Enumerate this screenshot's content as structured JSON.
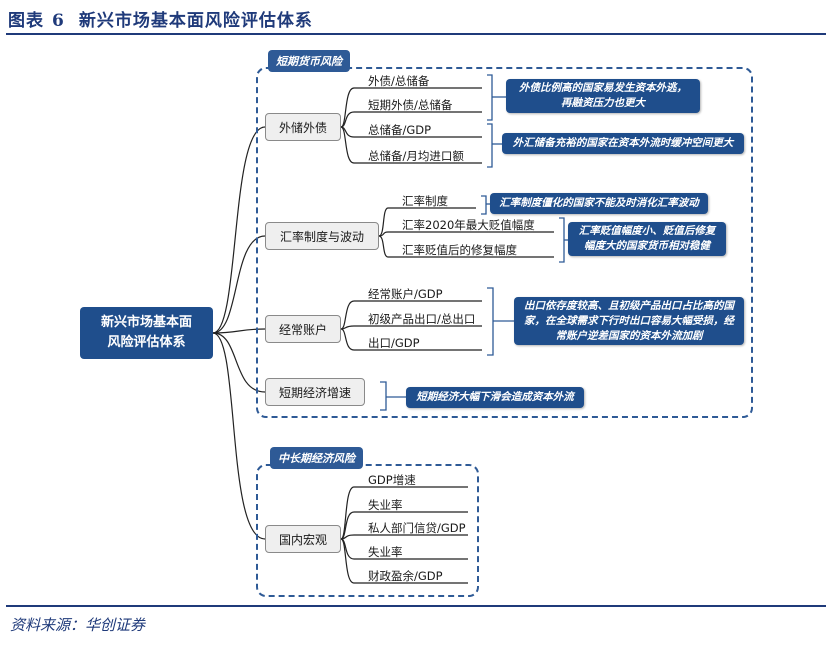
{
  "figure": {
    "label": "图表",
    "number": "6",
    "title": "新兴市场基本面风险评估体系"
  },
  "source": "资料来源：华创证券",
  "root": "新兴市场基本面风险评估体系",
  "groups": [
    {
      "tag": "短期货币风险",
      "categories": [
        {
          "label": "外储外债",
          "leaves": [
            "外债/总储备",
            "短期外债/总储备",
            "总储备/GDP",
            "总储备/月均进口额"
          ],
          "notes": [
            "外债比例高的国家易发生资本外逃，再融资压力也更大",
            "外汇储备充裕的国家在资本外流时缓冲空间更大"
          ]
        },
        {
          "label": "汇率制度与波动",
          "leaves": [
            "汇率制度",
            "汇率2020年最大贬值幅度",
            "汇率贬值后的修复幅度"
          ],
          "notes": [
            "汇率制度僵化的国家不能及时消化汇率波动",
            "汇率贬值幅度小、贬值后修复幅度大的国家货币相对稳健"
          ]
        },
        {
          "label": "经常账户",
          "leaves": [
            "经常账户/GDP",
            "初级产品出口/总出口",
            "出口/GDP"
          ],
          "notes": [
            "出口依存度较高、且初级产品出口占比高的国家，在全球需求下行时出口容易大幅受损，经常账户逆差国家的资本外流加剧"
          ]
        },
        {
          "label": "短期经济增速",
          "leaves": [],
          "notes": [
            "短期经济大幅下滑会造成资本外流"
          ]
        }
      ]
    },
    {
      "tag": "中长期经济风险",
      "categories": [
        {
          "label": "国内宏观",
          "leaves": [
            "GDP增速",
            "失业率",
            "私人部门信贷/GDP",
            "失业率",
            "财政盈余/GDP"
          ],
          "notes": []
        }
      ]
    }
  ],
  "colors": {
    "navy": "#1f4e8c",
    "title": "#1f3a7a",
    "dash": "#2e5a96"
  }
}
